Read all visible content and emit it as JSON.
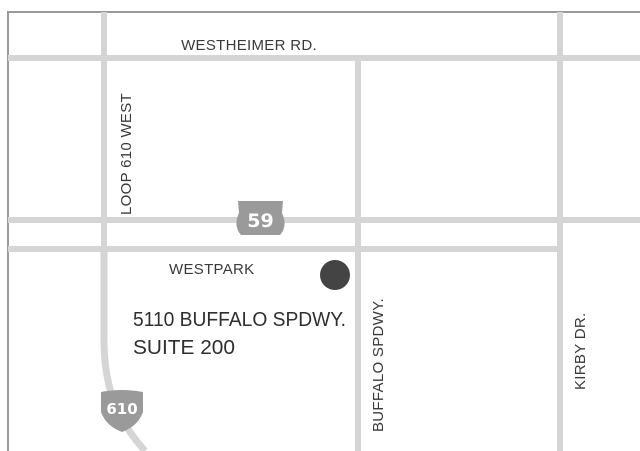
{
  "streets": {
    "westheimer": "WESTHEIMER RD.",
    "loop610": "LOOP 610 WEST",
    "westpark": "WESTPARK",
    "buffalo": "BUFFALO SPDWY.",
    "kirby": "KIRBY DR."
  },
  "shields": {
    "us59": "59",
    "i610": "610"
  },
  "address": {
    "line1": "5110 BUFFALO SPDWY.",
    "line2": "SUITE 200"
  },
  "colors": {
    "road": "#d5d5d5",
    "shield": "#9a9a9a",
    "marker": "#444444",
    "label": "#3a3a3a"
  }
}
